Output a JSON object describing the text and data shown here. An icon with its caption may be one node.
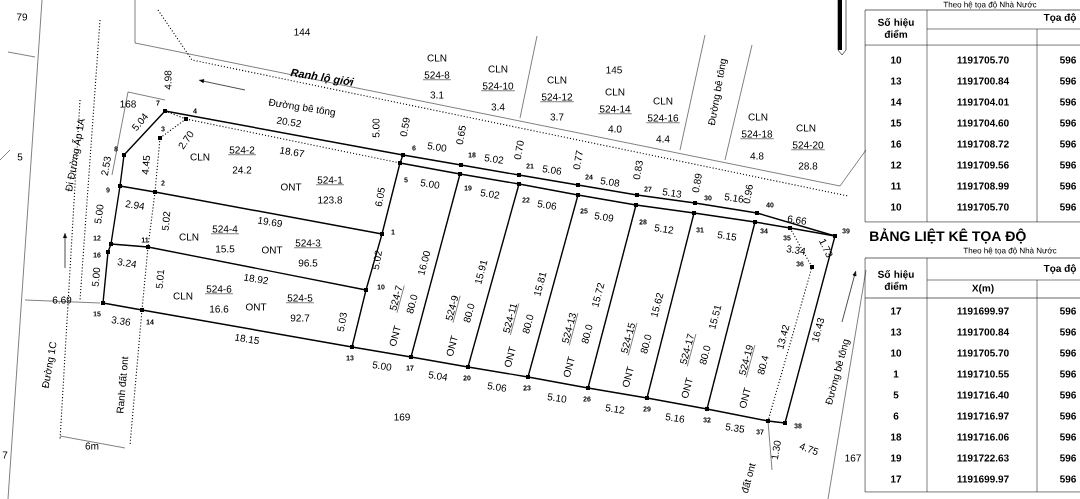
{
  "diagram": {
    "labels": [
      "79",
      "144",
      "Ranh lộ giới",
      "Đường bê tông",
      "20.52",
      "4.98",
      "168",
      "7",
      "4",
      "5",
      "5.04",
      "3",
      "2.70",
      "8",
      "2.53",
      "4.45",
      "Đi Đường Ấp 1A",
      "CLN",
      "524-2",
      "24.2",
      "18.67",
      "ONT",
      "524-1",
      "123.8",
      "9",
      "2",
      "2.94",
      "5.00",
      "5.02",
      "19.69",
      "CLN",
      "524-4",
      "15.5",
      "ONT",
      "524-3",
      "96.5",
      "12",
      "11",
      "16",
      "5.00",
      "3.24",
      "5.01",
      "18.92",
      "CLN",
      "524-6",
      "16.6",
      "ONT",
      "524-5",
      "92.7",
      "6.69",
      "15",
      "3.36",
      "14",
      "18.15",
      "5.03",
      "13",
      "Đường 1C",
      "Ranh đất ont",
      "6m",
      "7",
      "5.00",
      "0.59",
      "6",
      "5.00",
      "5",
      "5.00",
      "6.05",
      "1",
      "5.02",
      "10",
      "CLN",
      "524-8",
      "3.1",
      "CLN",
      "524-10",
      "3.4",
      "CLN",
      "524-12",
      "3.7",
      "145",
      "CLN",
      "524-14",
      "4.0",
      "CLN",
      "524-16",
      "4.4",
      "Đường bê tông",
      "CLN",
      "524-18",
      "4.8",
      "CLN",
      "524-20",
      "28.8",
      "0.65",
      "18",
      "5.02",
      "19",
      "5.02",
      "0.70",
      "21",
      "5.06",
      "22",
      "5.06",
      "0.77",
      "24",
      "5.08",
      "25",
      "5.09",
      "0.83",
      "27",
      "5.13",
      "28",
      "5.12",
      "0.89",
      "30",
      "5.16",
      "31",
      "5.15",
      "0.96",
      "40",
      "6.66",
      "34",
      "35",
      "39",
      "3.34",
      "1.73",
      "36",
      "13.42",
      "16.43",
      "Đường bê tông",
      "ONT",
      "524-7",
      "80.0",
      "ONT",
      "524-9",
      "80.0",
      "ONT",
      "524-11",
      "80.0",
      "ONT",
      "524-13",
      "80.0",
      "ONT",
      "524-15",
      "80.0",
      "ONT",
      "524-17",
      "80.0",
      "ONT",
      "524-19",
      "80.4",
      "16.00",
      "15.91",
      "15.81",
      "15.72",
      "15.62",
      "15.51",
      "5.00",
      "17",
      "5.04",
      "20",
      "5.06",
      "23",
      "5.10",
      "26",
      "5.12",
      "29",
      "5.16",
      "32",
      "5.35",
      "37",
      "38",
      "1.30",
      "4.75",
      "đất ont",
      "169",
      "167",
      "Theo hệ tọa độ Nhà Nước",
      "Số hiệu điểm",
      "Tọa độ",
      "10",
      "1191705.70",
      "596",
      "13",
      "1191700.84",
      "596",
      "14",
      "1191704.01",
      "596",
      "15",
      "1191704.60",
      "596",
      "16",
      "1191708.72",
      "596",
      "12",
      "1191709.56",
      "596",
      "11",
      "1191708.99",
      "596",
      "10",
      "1191705.70",
      "596",
      "BẢNG LIỆT KÊ TỌA ĐỘ",
      "Theo hệ tọa độ Nhà Nước",
      "Số hiệu điểm",
      "Tọa độ",
      "X(m)",
      "17",
      "1191699.97",
      "596",
      "13",
      "1191700.84",
      "596",
      "10",
      "1191705.70",
      "596",
      "1",
      "1191710.55",
      "596",
      "5",
      "1191716.40",
      "596",
      "6",
      "1191716.97",
      "596",
      "18",
      "1191716.06",
      "596",
      "19",
      "1191722.63",
      "596",
      "17",
      "1191699.97",
      "596"
    ]
  }
}
